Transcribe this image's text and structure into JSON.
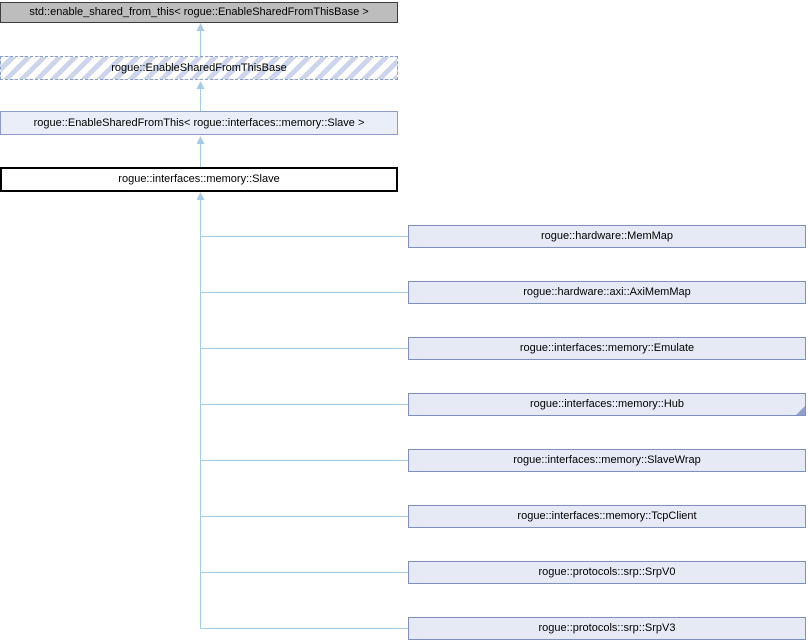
{
  "diagram": {
    "kind": "inheritance-graph",
    "colors": {
      "arrow": "#a6cbe6",
      "external_fill": "#bdbdbd",
      "external_border": "#3d3d3d",
      "node_fill": "#e6eaf5",
      "node_border": "#7e90c2",
      "hatch_stripe": "#ccd5eb",
      "current_border": "#000000"
    },
    "ancestors": [
      {
        "label": "std::enable_shared_from_this< rogue::EnableSharedFromThisBase >",
        "style": "external"
      },
      {
        "label": "rogue::EnableSharedFromThisBase",
        "style": "hatched"
      },
      {
        "label": "rogue::EnableSharedFromThis< rogue::interfaces::memory::Slave >",
        "style": "template"
      },
      {
        "label": "rogue::interfaces::memory::Slave",
        "style": "current"
      }
    ],
    "derived": [
      {
        "label": "rogue::hardware::MemMap",
        "truncated": false
      },
      {
        "label": "rogue::hardware::axi::AxiMemMap",
        "truncated": false
      },
      {
        "label": "rogue::interfaces::memory::Emulate",
        "truncated": false
      },
      {
        "label": "rogue::interfaces::memory::Hub",
        "truncated": true
      },
      {
        "label": "rogue::interfaces::memory::SlaveWrap",
        "truncated": false
      },
      {
        "label": "rogue::interfaces::memory::TcpClient",
        "truncated": false
      },
      {
        "label": "rogue::protocols::srp::SrpV0",
        "truncated": false
      },
      {
        "label": "rogue::protocols::srp::SrpV3",
        "truncated": false
      }
    ]
  }
}
